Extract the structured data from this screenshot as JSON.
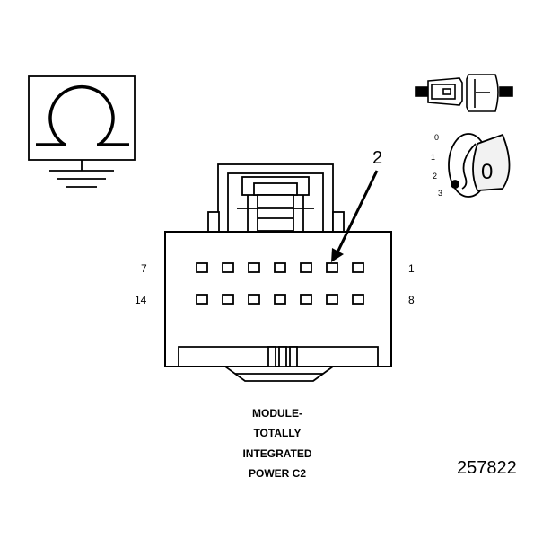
{
  "pin_labels": {
    "row1_left": "7",
    "row1_right": "1",
    "row2_left": "14",
    "row2_right": "8"
  },
  "callout": "2",
  "key_positions": [
    "3",
    "2",
    "1",
    "0"
  ],
  "key_letter": "0",
  "caption": {
    "line1": "MODULE-",
    "line2": "TOTALLY",
    "line3": "INTEGRATED",
    "line4": "POWER C2"
  },
  "figure_number": "257822",
  "colors": {
    "ink": "#000000",
    "terminal_fill": "#ffffff",
    "key_fill": "#f2f2f2"
  },
  "icons": [
    "omega-ground-icon",
    "inline-connector-icon",
    "key-cylinder-icon"
  ]
}
